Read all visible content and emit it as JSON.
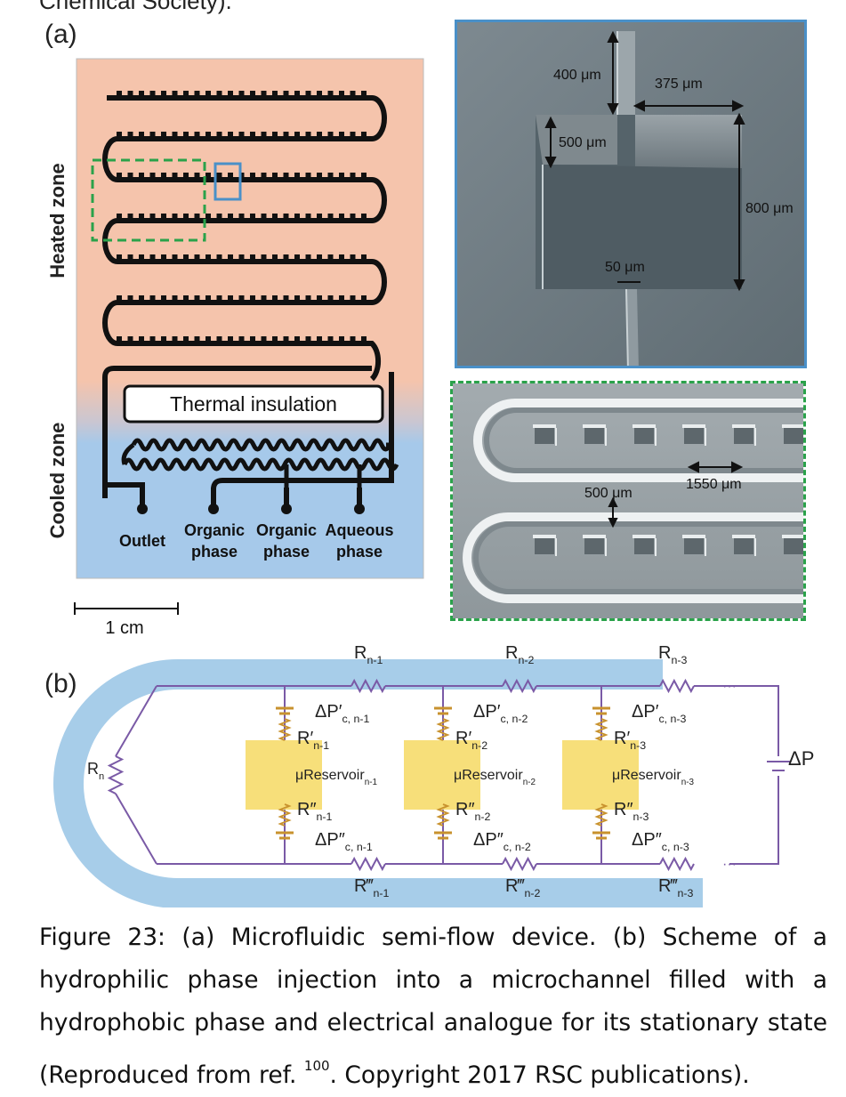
{
  "top_clip": "Chemical Society).",
  "panel_a": {
    "label": "(a)",
    "heated_zone": "Heated zone",
    "cooled_zone": "Cooled zone",
    "insulation": "Thermal insulation",
    "ports": {
      "outlet": "Outlet",
      "organic1_top": "Organic",
      "organic1_bottom": "phase",
      "organic2_top": "Organic",
      "organic2_bottom": "phase",
      "aqueous_top": "Aqueous",
      "aqueous_bottom": "phase"
    },
    "scale_bar": "1 cm",
    "sem_top": {
      "dim1": "400 μm",
      "dim2": "375 μm",
      "dim3": "500 μm",
      "dim4": "800 μm",
      "dim5": "50 μm"
    },
    "sem_bottom": {
      "dim1": "1550 μm",
      "dim2": "500 μm"
    },
    "colors": {
      "heated": "#f5c4ac",
      "cooled": "#a6c9ea",
      "sem_frame": "#4a90c8",
      "zoom_frame": "#2aa24a"
    }
  },
  "panel_b": {
    "label": "(b)",
    "rn": "R",
    "rn_sub": "n",
    "top_res": [
      {
        "main": "R",
        "sub": "n-1"
      },
      {
        "main": "R",
        "sub": "n-2"
      },
      {
        "main": "R",
        "sub": "n-3"
      }
    ],
    "dp_top": [
      {
        "main": "ΔP′",
        "sub": "c, n-1"
      },
      {
        "main": "ΔP′",
        "sub": "c, n-2"
      },
      {
        "main": "ΔP′",
        "sub": "c, n-3"
      }
    ],
    "r_prime": [
      {
        "main": "R′",
        "sub": "n-1"
      },
      {
        "main": "R′",
        "sub": "n-2"
      },
      {
        "main": "R′",
        "sub": "n-3"
      }
    ],
    "reservoir": [
      {
        "main": "μReservoir",
        "sub": "n-1"
      },
      {
        "main": "μReservoir",
        "sub": "n-2"
      },
      {
        "main": "μReservoir",
        "sub": "n-3"
      }
    ],
    "r_dprime": [
      {
        "main": "R″",
        "sub": "n-1"
      },
      {
        "main": "R″",
        "sub": "n-2"
      },
      {
        "main": "R″",
        "sub": "n-3"
      }
    ],
    "dp_bottom": [
      {
        "main": "ΔP″",
        "sub": "c, n-1"
      },
      {
        "main": "ΔP″",
        "sub": "c, n-2"
      },
      {
        "main": "ΔP″",
        "sub": "c, n-3"
      }
    ],
    "bottom_res": [
      {
        "main": "R‴",
        "sub": "n-1"
      },
      {
        "main": "R‴",
        "sub": "n-2"
      },
      {
        "main": "R‴",
        "sub": "n-3"
      }
    ],
    "dots": "···",
    "delta_p": "ΔP",
    "colors": {
      "channel": "#a7cde9",
      "reservoir": "#f7df7a",
      "circuit": "#7a5aa6",
      "resistor": "#c8922e"
    }
  },
  "caption": {
    "line1": "Figure 23: (a) Microfluidic semi-flow device. (b) Scheme of a",
    "line2": "hydrophilic phase injection into a microchannel filled with a",
    "line3": "hydrophobic phase and electrical analogue for its stationary state",
    "line4_pre": "(Reproduced from ref. ",
    "line4_sup": "100",
    "line4_post": ". Copyright 2017 RSC publications)."
  }
}
